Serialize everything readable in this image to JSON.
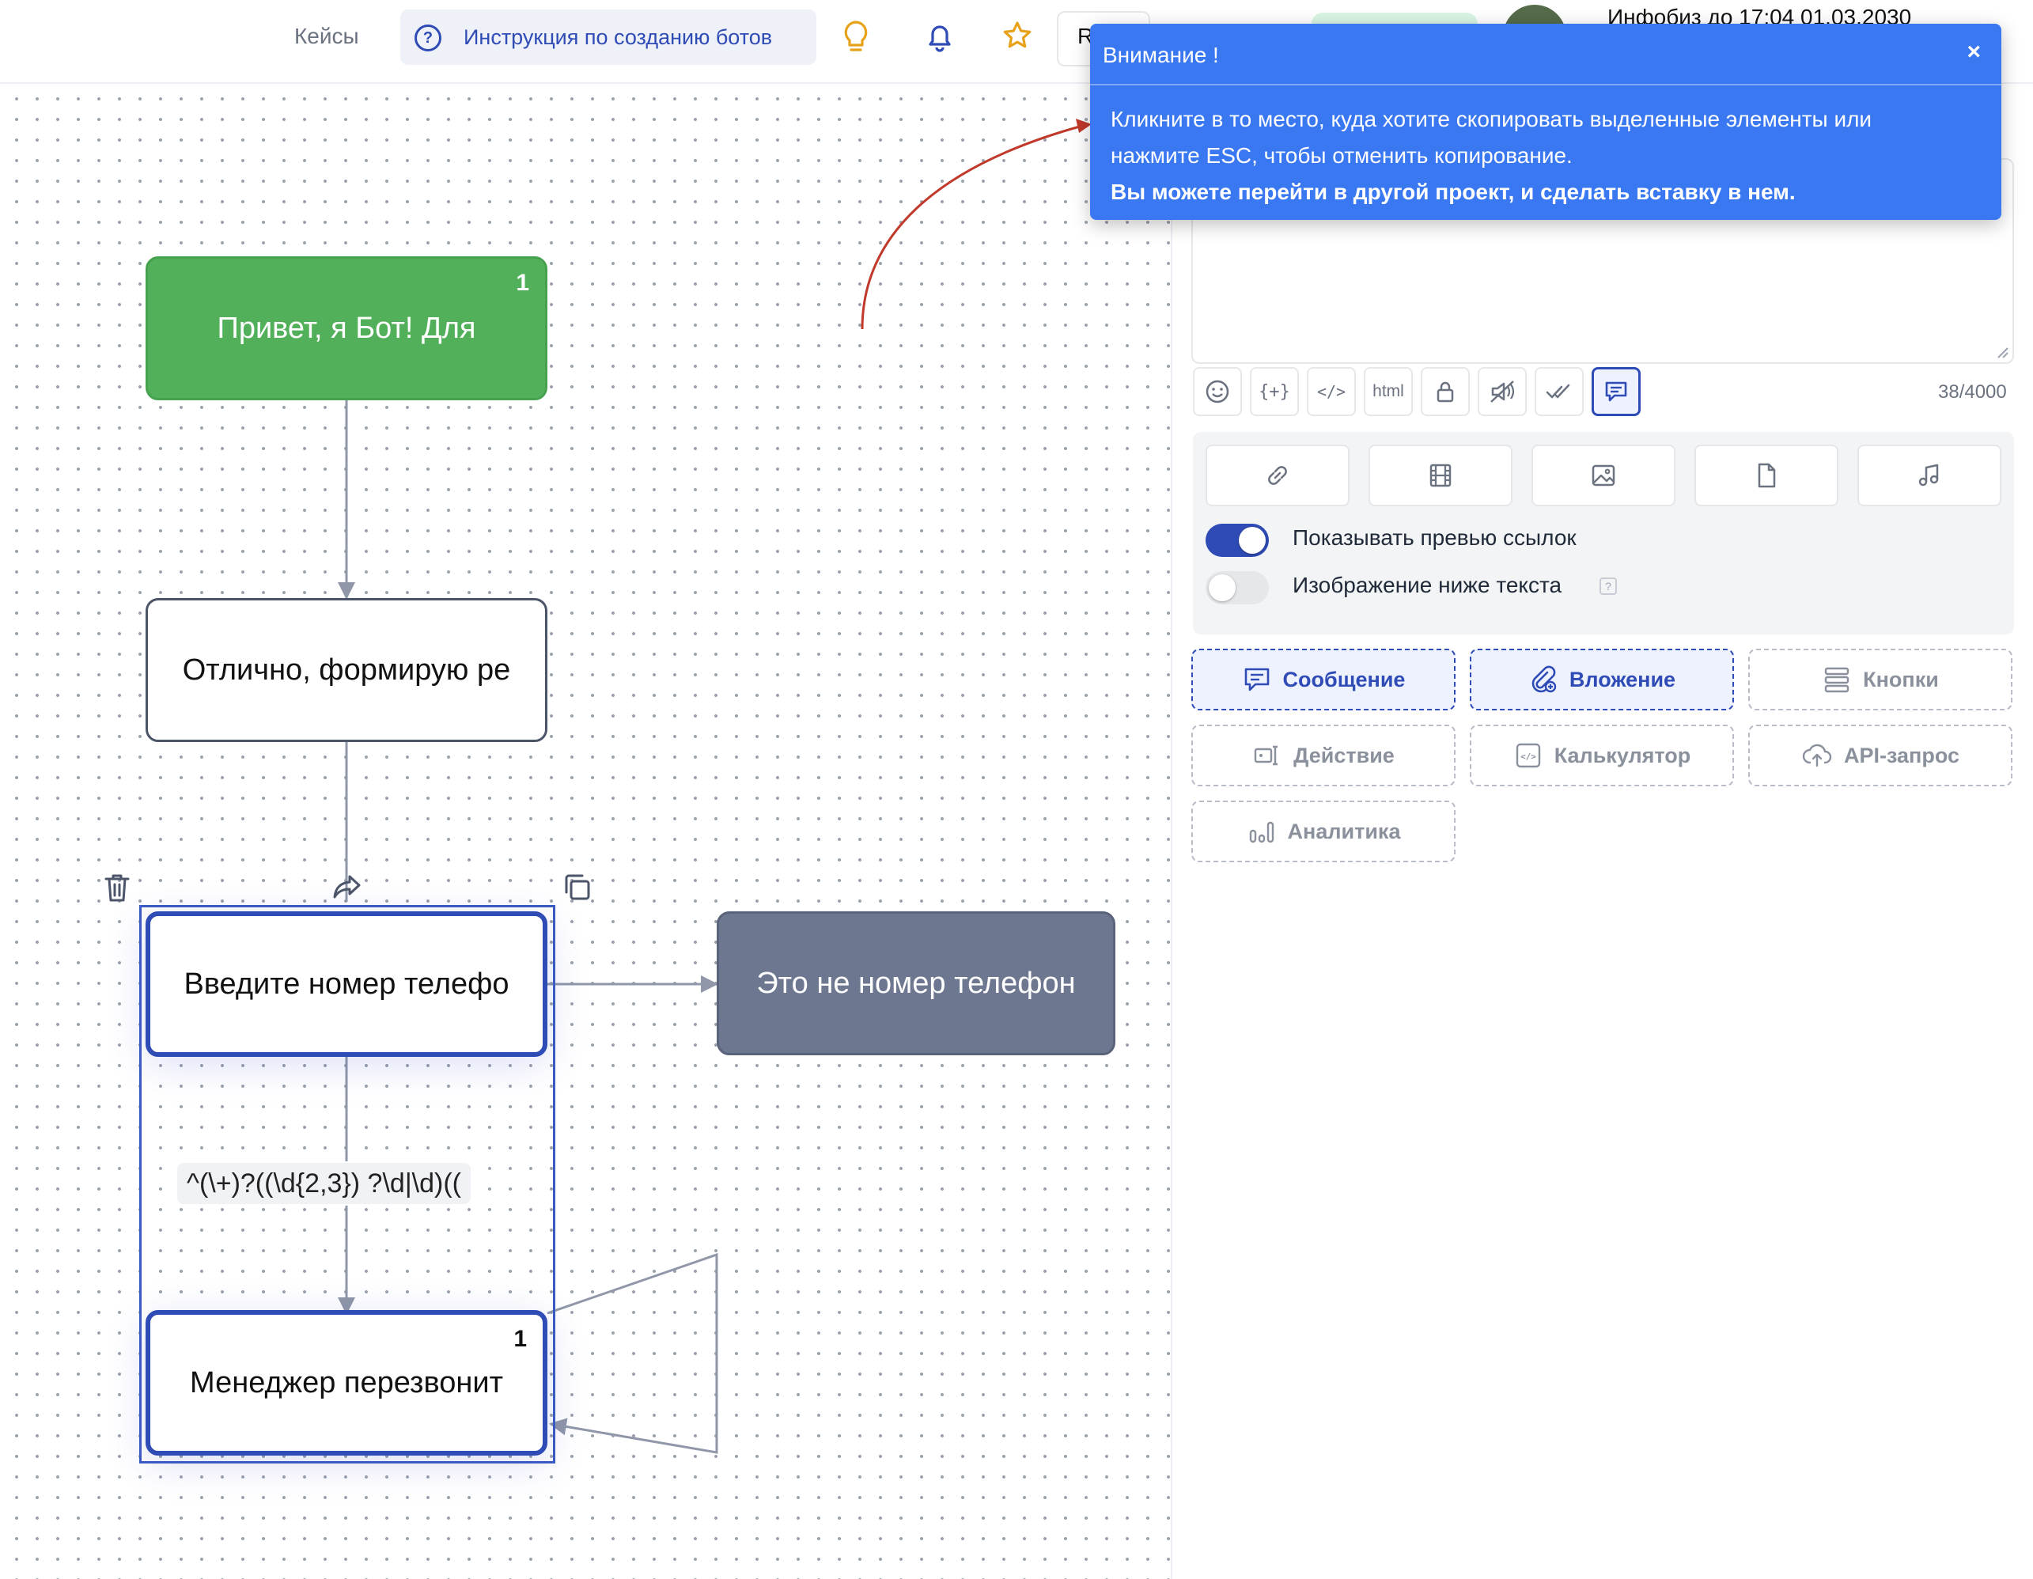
{
  "topbar": {
    "cases_label": "Кейсы",
    "guide_label": "Инструкция по созданию ботов",
    "r_button_label": "R",
    "expiry_text": "Инфобиз до 17:04 01.03.2030",
    "icons": [
      "lightbulb-icon",
      "bell-icon",
      "star-icon",
      "help-circle-icon"
    ]
  },
  "canvas": {
    "nodes": [
      {
        "id": "start",
        "text": "Привет, я Бот!  Для",
        "count": "1",
        "color": "#52b05a"
      },
      {
        "id": "forming",
        "text": "Отлично, формирую ре"
      },
      {
        "id": "enter-phone",
        "text": "Введите номер телефо"
      },
      {
        "id": "not-phone",
        "text": "Это не номер телефон",
        "color": "#6e7790"
      },
      {
        "id": "manager",
        "text": "Менеджер перезвонит",
        "count": "1"
      }
    ],
    "regex_label": "^(\\+)?((\\d{2,3}) ?\\d|\\d)((",
    "controls": [
      "trash-icon",
      "forward-icon",
      "copy-icon"
    ]
  },
  "editor": {
    "char_counter": "38/4000",
    "toolbar": [
      "emoji-icon",
      "variable-icon",
      "code-icon",
      "html",
      "lock-icon",
      "mute-icon",
      "double-check-icon",
      "comment-icon"
    ],
    "toolbar_html_label": "html",
    "attach_icons": [
      "link-icon",
      "video-icon",
      "image-icon",
      "file-icon",
      "music-icon"
    ],
    "toggles": [
      {
        "label": "Показывать превью ссылок",
        "on": true
      },
      {
        "label": "Изображение ниже текста",
        "on": false
      }
    ],
    "add_buttons": [
      {
        "label": "Сообщение",
        "icon": "message-icon",
        "highlighted": true
      },
      {
        "label": "Вложение",
        "icon": "attachment-icon",
        "highlighted": true
      },
      {
        "label": "Кнопки",
        "icon": "buttons-icon",
        "highlighted": false
      },
      {
        "label": "Действие",
        "icon": "action-icon",
        "highlighted": false
      },
      {
        "label": "Калькулятор",
        "icon": "calculator-icon",
        "highlighted": false
      },
      {
        "label": "API-запрос",
        "icon": "cloud-upload-icon",
        "highlighted": false
      },
      {
        "label": "Аналитика",
        "icon": "analytics-icon",
        "highlighted": false
      }
    ],
    "accent_color": "#2f4bb5"
  },
  "alert": {
    "title": "Внимание !",
    "close_label": "×",
    "line1": "Кликните в то место, куда хотите скопировать выделенные элементы или",
    "line2": "нажмите ESC, чтобы отменить копирование.",
    "line3": "Вы можете перейти в другой проект, и сделать вставку в нем.",
    "color": "#3a78f2"
  }
}
